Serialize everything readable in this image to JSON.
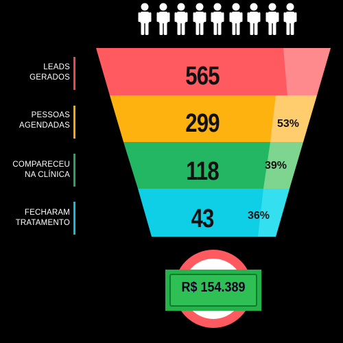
{
  "stages": [
    {
      "label_line1": "LEADS",
      "label_line2": "GERADOS",
      "value": "565",
      "conversion": "",
      "color": "#fe5a5f",
      "highlight": "#ff8a8e",
      "bar_color": "#e8494f"
    },
    {
      "label_line1": "PESSOAS",
      "label_line2": "AGENDADAS",
      "value": "299",
      "conversion": "53%",
      "color": "#fdb20f",
      "highlight": "#ffcc6e",
      "bar_color": "#f7a900"
    },
    {
      "label_line1": "COMPARECEU",
      "label_line2": "NA CLÍNICA",
      "value": "118",
      "conversion": "39%",
      "color": "#23b763",
      "highlight": "#7ed58f",
      "bar_color": "#1faa5a"
    },
    {
      "label_line1": "FECHARAM",
      "label_line2": "TRATAMENTO",
      "value": "43",
      "conversion": "36%",
      "color": "#0fcfe7",
      "highlight": "#34dff0",
      "bar_color": "#11bcd9"
    }
  ],
  "revenue": {
    "amount": "R$ 154.389",
    "ring_color": "#fe5a5f",
    "note_color": "#24b24b"
  },
  "people_icon_count": 9
}
